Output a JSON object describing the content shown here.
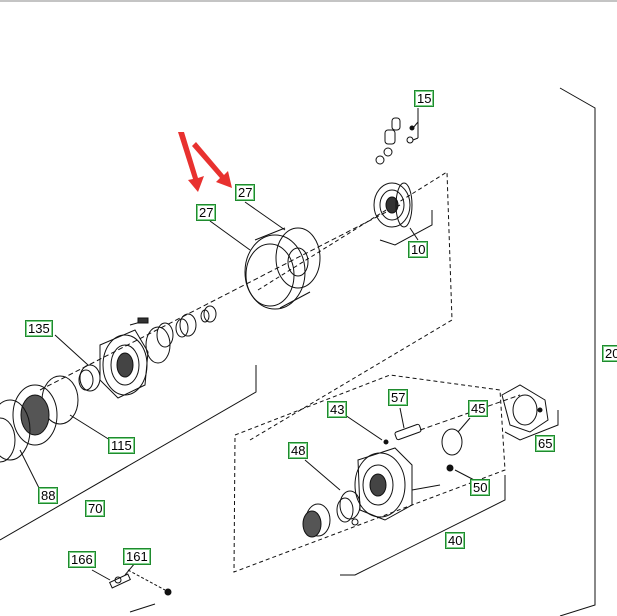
{
  "diagram": {
    "colors": {
      "line": "#111111",
      "callout_border": "#1f8a2e",
      "arrow": "#e8312f"
    },
    "callouts": [
      {
        "id": "c15",
        "label": "15"
      },
      {
        "id": "c27a",
        "label": "27"
      },
      {
        "id": "c27b",
        "label": "27"
      },
      {
        "id": "c10",
        "label": "10"
      },
      {
        "id": "c135",
        "label": "135"
      },
      {
        "id": "c115",
        "label": "115"
      },
      {
        "id": "c88",
        "label": "88"
      },
      {
        "id": "c70",
        "label": "70"
      },
      {
        "id": "c20",
        "label": "20"
      },
      {
        "id": "c43",
        "label": "43"
      },
      {
        "id": "c57",
        "label": "57"
      },
      {
        "id": "c45",
        "label": "45"
      },
      {
        "id": "c65",
        "label": "65"
      },
      {
        "id": "c48",
        "label": "48"
      },
      {
        "id": "c50",
        "label": "50"
      },
      {
        "id": "c40",
        "label": "40"
      },
      {
        "id": "c166",
        "label": "166"
      },
      {
        "id": "c161",
        "label": "161"
      }
    ],
    "arrows": [
      {
        "name": "red-arrow-left",
        "points_to": "27"
      },
      {
        "name": "red-arrow-right",
        "points_to": "27"
      }
    ]
  }
}
